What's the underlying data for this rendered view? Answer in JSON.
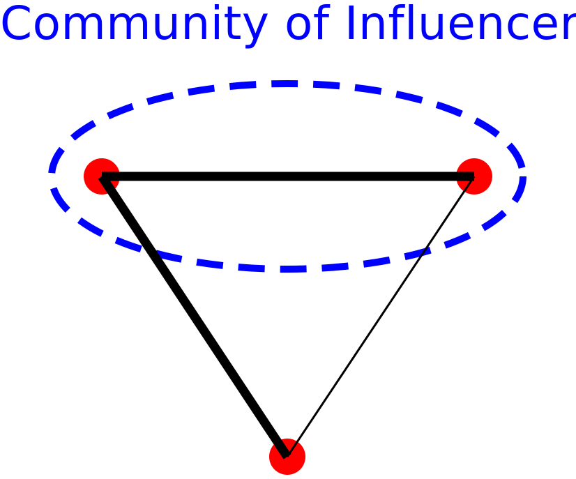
{
  "title": "Community of Influencers",
  "colors": {
    "title": "#0000ff",
    "node": "#ff0000",
    "edge": "#000000",
    "community_outline": "#0000ff",
    "background": "#ffffff"
  },
  "nodes": [
    {
      "id": "top-left"
    },
    {
      "id": "top-right"
    },
    {
      "id": "bottom"
    }
  ],
  "edges": [
    {
      "from": "top-left",
      "to": "top-right",
      "weight": "heavy"
    },
    {
      "from": "top-left",
      "to": "bottom",
      "weight": "heavy"
    },
    {
      "from": "top-right",
      "to": "bottom",
      "weight": "light"
    }
  ],
  "community": {
    "members": [
      "top-left",
      "top-right"
    ],
    "outline_style": "dashed"
  }
}
